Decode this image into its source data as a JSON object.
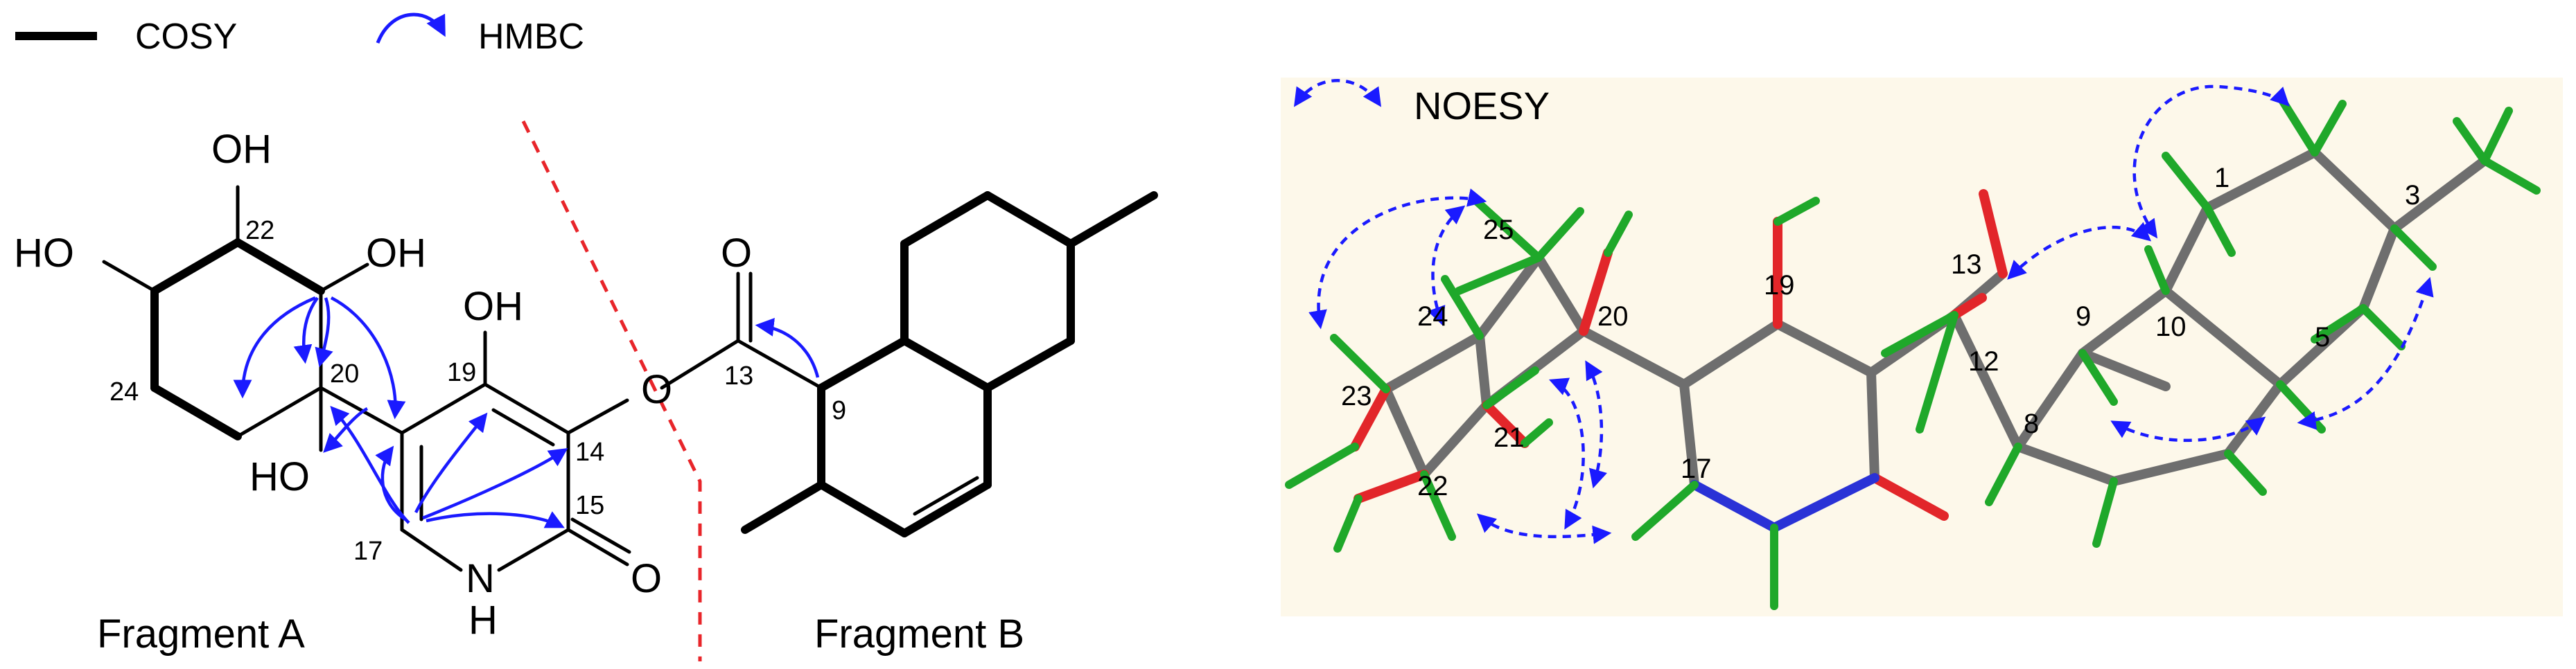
{
  "legend": {
    "cosy_label": "COSY",
    "hmbc_label": "HMBC",
    "noesy_label": "NOESY"
  },
  "fragments": {
    "a_label": "Fragment A",
    "b_label": "Fragment B"
  },
  "atoms_2d": {
    "oh_top": "OH",
    "ho_left": "HO",
    "oh_right": "OH",
    "oh_19": "OH",
    "ho_20": "HO",
    "o_carbonyl_13": "O",
    "o_ester": "O",
    "o_15": "O",
    "nh_n": "N",
    "nh_h": "H"
  },
  "numbers_2d": {
    "n22": "22",
    "n24": "24",
    "n20": "20",
    "n19": "19",
    "n14": "14",
    "n15": "15",
    "n17": "17",
    "n13": "13",
    "n9": "9"
  },
  "numbers_3d": {
    "n25": "25",
    "n24": "24",
    "n20": "20",
    "n23": "23",
    "n21": "21",
    "n22": "22",
    "n19": "19",
    "n17": "17",
    "n13": "13",
    "n12": "12",
    "n9": "9",
    "n8": "8",
    "n10": "10",
    "n1": "1",
    "n3": "3",
    "n5": "5"
  },
  "colors": {
    "bond": "#000000",
    "hmbc_arrow": "#1a1aff",
    "divider": "#e8252a",
    "panel_bg": "#fdf8ea",
    "carbon": "#6e6e6e",
    "hydrogen": "#1fa82a",
    "oxygen": "#e2262a",
    "nitrogen": "#2a32d6"
  }
}
